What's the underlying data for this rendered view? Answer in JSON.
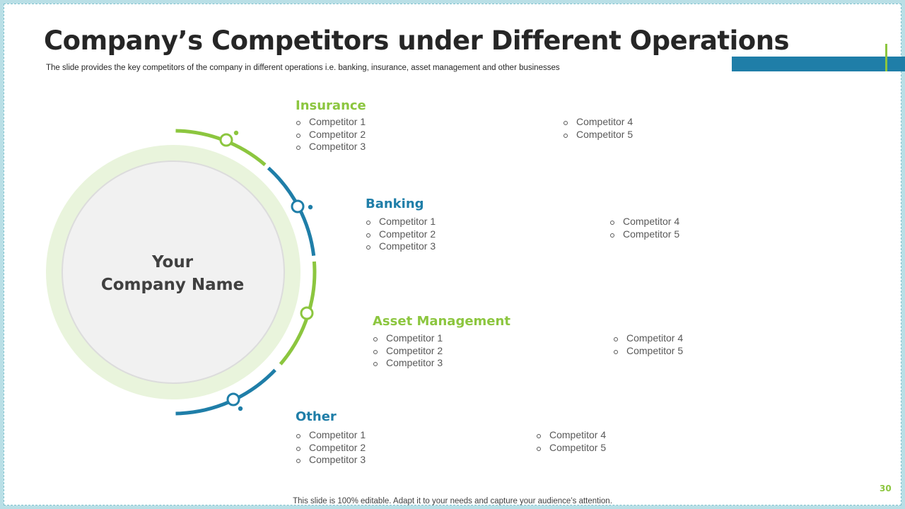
{
  "slide": {
    "title": "Company’s Competitors under Different Operations",
    "subtitle": "The slide provides the key competitors of the company in different operations i.e. banking, insurance, asset management and other businesses",
    "company_name_line1": "Your",
    "company_name_line2": "Company Name",
    "footer": "This slide is 100% editable. Adapt it to your needs and capture your audience’s attention.",
    "page_number": "30"
  },
  "colors": {
    "green": "#8cc63f",
    "blue": "#1f7ea8",
    "light_green": "#e9f4dc",
    "circle_gray": "#f1f1f1"
  },
  "categories": [
    {
      "name": "Insurance",
      "color": "green",
      "col1": [
        "Competitor 1",
        "Competitor 2",
        "Competitor 3"
      ],
      "col2": [
        "Competitor 4",
        "Competitor 5"
      ]
    },
    {
      "name": "Banking",
      "color": "blue",
      "col1": [
        "Competitor 1",
        "Competitor 2",
        "Competitor 3"
      ],
      "col2": [
        "Competitor 4",
        "Competitor 5"
      ]
    },
    {
      "name": "Asset Management",
      "color": "green",
      "col1": [
        "Competitor 1",
        "Competitor 2",
        "Competitor 3"
      ],
      "col2": [
        "Competitor 4",
        "Competitor 5"
      ]
    },
    {
      "name": "Other",
      "color": "blue",
      "col1": [
        "Competitor 1",
        "Competitor 2",
        "Competitor 3"
      ],
      "col2": [
        "Competitor 4",
        "Competitor 5"
      ]
    }
  ]
}
